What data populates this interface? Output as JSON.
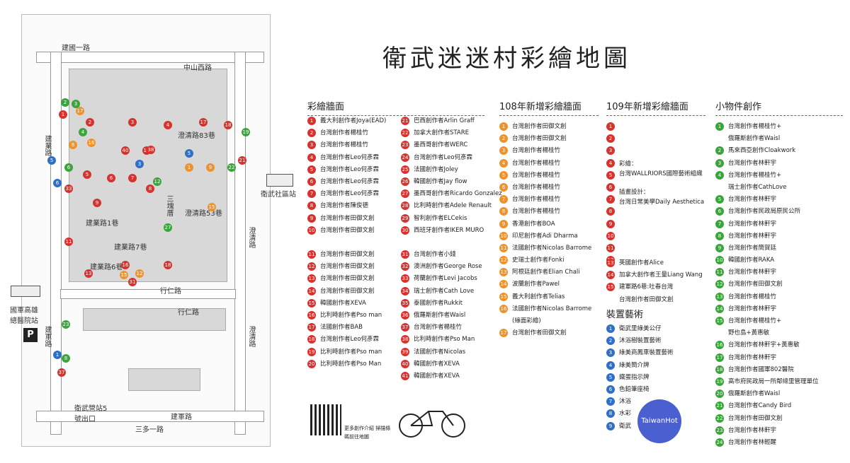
{
  "title": "衛武迷迷村彩繪地圖",
  "map": {
    "roads": [
      "建國一路",
      "中山西路",
      "建業路",
      "建軍路",
      "建軍路",
      "三多一路",
      "行仁路",
      "行仁路",
      "澄清路",
      "澄清路",
      "建業路1巷",
      "建業路7巷",
      "建業路6巷",
      "三塊厝",
      "澄清路83巷",
      "澄清路53巷"
    ],
    "places": {
      "parking_sign": "P",
      "bus_stop_left": "國軍高雄總醫院站",
      "bus_stop_right": "衛武社區站",
      "mrt_label": "衛武營站5號出口"
    }
  },
  "columns": {
    "painted_walls": {
      "header": "彩繪牆面",
      "items": [
        {
          "n": "1",
          "t": "義大利創作者Joya(EAD)",
          "c": "red"
        },
        {
          "n": "2",
          "t": "台灣創作者楊桂竹",
          "c": "red"
        },
        {
          "n": "3",
          "t": "台灣創作者楊桂竹",
          "c": "red"
        },
        {
          "n": "4",
          "t": "台灣創作者Leo何彥霖",
          "c": "red"
        },
        {
          "n": "5",
          "t": "台灣創作者Leo何彥霖",
          "c": "red"
        },
        {
          "n": "6",
          "t": "台灣創作者Leo何彥霖",
          "c": "red"
        },
        {
          "n": "7",
          "t": "台灣創作者Leo何彥霖",
          "c": "red"
        },
        {
          "n": "8",
          "t": "台灣創作者陳俊德",
          "c": "red"
        },
        {
          "n": "9",
          "t": "台灣創作者田御文創",
          "c": "red"
        },
        {
          "n": "10",
          "t": "台灣創作者田御文創",
          "c": "red"
        },
        {
          "n": "",
          "t": "",
          "c": ""
        },
        {
          "n": "11",
          "t": "台灣創作者田御文創",
          "c": "red"
        },
        {
          "n": "12",
          "t": "台灣創作者田御文創",
          "c": "red"
        },
        {
          "n": "13",
          "t": "台灣創作者田御文創",
          "c": "red"
        },
        {
          "n": "14",
          "t": "台灣創作者田御文創",
          "c": "red"
        },
        {
          "n": "15",
          "t": "韓國創作者XEVA",
          "c": "red"
        },
        {
          "n": "16",
          "t": "比利時創作者Pso man",
          "c": "red"
        },
        {
          "n": "17",
          "t": "法國創作者BAB",
          "c": "red"
        },
        {
          "n": "18",
          "t": "台灣創作者Leo何彥霖",
          "c": "red"
        },
        {
          "n": "19",
          "t": "比利時創作者Pso man",
          "c": "red"
        },
        {
          "n": "20",
          "t": "比利時創作者Pso Man",
          "c": "red"
        }
      ]
    },
    "painted_walls_2": {
      "items": [
        {
          "n": "21",
          "t": "巴西創作者Arlin Graff",
          "c": "red"
        },
        {
          "n": "22",
          "t": "加拿大創作者STARE",
          "c": "red"
        },
        {
          "n": "23",
          "t": "墨西哥創作者WERC",
          "c": "red"
        },
        {
          "n": "24",
          "t": "台灣創作者Leo何彥霖",
          "c": "red"
        },
        {
          "n": "25",
          "t": "法國創作者Joley",
          "c": "red"
        },
        {
          "n": "26",
          "t": "韓國創作者Jay flow",
          "c": "red"
        },
        {
          "n": "27",
          "t": "墨西哥創作者Ricardo Gonzalez",
          "c": "red"
        },
        {
          "n": "28",
          "t": "比利時創作者Adele Renault",
          "c": "red"
        },
        {
          "n": "29",
          "t": "智利創作者ELCekis",
          "c": "red"
        },
        {
          "n": "30",
          "t": "西班牙創作者IKER MURO",
          "c": "red"
        },
        {
          "n": "",
          "t": "",
          "c": ""
        },
        {
          "n": "31",
          "t": "台灣創作者小錢",
          "c": "red"
        },
        {
          "n": "32",
          "t": "澳洲創作者George Rose",
          "c": "red"
        },
        {
          "n": "33",
          "t": "荷蘭創作者Levi Jacobs",
          "c": "red"
        },
        {
          "n": "34",
          "t": "瑞士創作者Cath Love",
          "c": "red"
        },
        {
          "n": "35",
          "t": "泰國創作者Rukkit",
          "c": "red"
        },
        {
          "n": "36",
          "t": "俄羅斯創作者Waisl",
          "c": "red"
        },
        {
          "n": "37",
          "t": "台灣創作者楊桂竹",
          "c": "red"
        },
        {
          "n": "38",
          "t": "比利時創作者Pso Man",
          "c": "red"
        },
        {
          "n": "39",
          "t": "法國創作者Nicolas",
          "c": "red"
        },
        {
          "n": "40",
          "t": "韓國創作者XEVA",
          "c": "red"
        },
        {
          "n": "41",
          "t": "韓國創作者XEVA",
          "c": "red"
        }
      ]
    },
    "walls_108": {
      "header": "108年新增彩繪牆面",
      "items": [
        {
          "n": "1",
          "t": "台灣創作者田御文創",
          "c": "orange"
        },
        {
          "n": "2",
          "t": "台灣創作者田御文創",
          "c": "orange"
        },
        {
          "n": "3",
          "t": "台灣創作者楊桂竹",
          "c": "orange"
        },
        {
          "n": "4",
          "t": "台灣創作者楊桂竹",
          "c": "orange"
        },
        {
          "n": "5",
          "t": "台灣創作者楊桂竹",
          "c": "orange"
        },
        {
          "n": "6",
          "t": "台灣創作者楊桂竹",
          "c": "orange"
        },
        {
          "n": "7",
          "t": "台灣創作者楊桂竹",
          "c": "orange"
        },
        {
          "n": "8",
          "t": "台灣創作者楊桂竹",
          "c": "orange"
        },
        {
          "n": "9",
          "t": "香港創作者BOA",
          "c": "orange"
        },
        {
          "n": "10",
          "t": "印尼創作者Adi Dharma",
          "c": "orange"
        },
        {
          "n": "11",
          "t": "法國創作者Nicolas Barrome",
          "c": "orange"
        },
        {
          "n": "12",
          "t": "史瑞士創作者Fonki",
          "c": "orange"
        },
        {
          "n": "13",
          "t": "阿根廷創作者Elian Chali",
          "c": "orange"
        },
        {
          "n": "14",
          "t": "波蘭創作者Pawel",
          "c": "orange"
        },
        {
          "n": "15",
          "t": "義大利創作者Telias",
          "c": "orange"
        },
        {
          "n": "16",
          "t": "法國創作者Nicolas Barrome",
          "c": "orange"
        },
        {
          "n": "",
          "t": "(綠面彩繪)",
          "c": ""
        },
        {
          "n": "17",
          "t": "台灣創作者田御文創",
          "c": "orange"
        }
      ]
    },
    "walls_109": {
      "header": "109年新增彩繪牆面",
      "pins": [
        "1",
        "2",
        "3",
        "4",
        "5",
        "6",
        "7",
        "8",
        "9",
        "10",
        "11",
        "12"
      ],
      "note1_label": "彩繪：",
      "note1": "台灣WALLRIORS國際藝術組織",
      "note2_label": "插畫設計：",
      "note2": "台灣日常美學Daily Aesthetica",
      "items": [
        {
          "n": "13",
          "t": "英國創作者Alice",
          "c": "red"
        },
        {
          "n": "14",
          "t": "加拿大創作者王量Liang Wang",
          "c": "red"
        },
        {
          "n": "15",
          "t": "建軍路6巷:吐春台灣",
          "c": "red"
        },
        {
          "n": "",
          "t": "台灣創作者田御文創",
          "c": ""
        }
      ]
    },
    "installations": {
      "header": "裝置藝術",
      "items": [
        {
          "n": "1",
          "t": "衛武里綠美公仔",
          "c": "blue"
        },
        {
          "n": "2",
          "t": "沐浴樹裝置藝術",
          "c": "blue"
        },
        {
          "n": "3",
          "t": "綠美商鳳車裝置藝術",
          "c": "blue"
        },
        {
          "n": "4",
          "t": "綠美簡介牌",
          "c": "blue"
        },
        {
          "n": "5",
          "t": "鐵蛋指示牌",
          "c": "blue"
        },
        {
          "n": "6",
          "t": "色鉛筆座椅",
          "c": "blue"
        },
        {
          "n": "7",
          "t": "沐浴",
          "c": "blue"
        },
        {
          "n": "8",
          "t": "水彩",
          "c": "blue"
        },
        {
          "n": "9",
          "t": "衛武",
          "c": "blue"
        }
      ]
    },
    "small_works": {
      "header": "小物件創作",
      "items": [
        {
          "n": "1",
          "t": "台灣創作者楊桂竹+",
          "c": "green"
        },
        {
          "n": "",
          "t": "俄羅斯創作者Waisl",
          "c": ""
        },
        {
          "n": "2",
          "t": "馬來西亞創作Cloakwork",
          "c": "green"
        },
        {
          "n": "3",
          "t": "台灣創作者林軒宇",
          "c": "green"
        },
        {
          "n": "4",
          "t": "台灣創作者楊桂竹+",
          "c": "green"
        },
        {
          "n": "",
          "t": "瑞士創作者CathLove",
          "c": ""
        },
        {
          "n": "5",
          "t": "台灣創作者林軒宇",
          "c": "green"
        },
        {
          "n": "6",
          "t": "台灣創作者民政局原民公所",
          "c": "green"
        },
        {
          "n": "7",
          "t": "台灣創作者林軒宇",
          "c": "green"
        },
        {
          "n": "8",
          "t": "台灣創作者林軒宇",
          "c": "green"
        },
        {
          "n": "9",
          "t": "台灣創作者簡賀廷",
          "c": "green"
        },
        {
          "n": "10",
          "t": "韓國創作者RAKA",
          "c": "green"
        },
        {
          "n": "11",
          "t": "台灣創作者林軒宇",
          "c": "green"
        },
        {
          "n": "12",
          "t": "台灣創作者田御文創",
          "c": "green"
        },
        {
          "n": "13",
          "t": "台灣創作者楊桂竹",
          "c": "green"
        },
        {
          "n": "14",
          "t": "台灣創作者林軒宇",
          "c": "green"
        },
        {
          "n": "15",
          "t": "台灣創作者楊桂竹+",
          "c": "green"
        },
        {
          "n": "",
          "t": "野也島+黃惠敏",
          "c": ""
        },
        {
          "n": "16",
          "t": "台灣創作者林軒宇+黃惠敏",
          "c": "green"
        },
        {
          "n": "17",
          "t": "台灣創作者林軒宇",
          "c": "green"
        },
        {
          "n": "18",
          "t": "台灣創作者國軍802醫院",
          "c": "green"
        },
        {
          "n": "19",
          "t": "高市府民政局一所鄰總里管理單位",
          "c": "green"
        },
        {
          "n": "20",
          "t": "俄羅斯創作者Waisl",
          "c": "green"
        },
        {
          "n": "21",
          "t": "台灣創作者Candy Bird",
          "c": "green"
        },
        {
          "n": "22",
          "t": "台灣創作者田御文創",
          "c": "green"
        },
        {
          "n": "23",
          "t": "台灣創作者林軒宇",
          "c": "green"
        },
        {
          "n": "24",
          "t": "台灣創作者林輕醒",
          "c": "green"
        }
      ]
    }
  },
  "qr_caption": "更多創作介紹 掃描條碼前往地圖",
  "watermark": "TaiwanHot",
  "colors": {
    "red": "#d7322d",
    "orange": "#f0922b",
    "green": "#3aa53a",
    "blue": "#2f6fc7"
  }
}
